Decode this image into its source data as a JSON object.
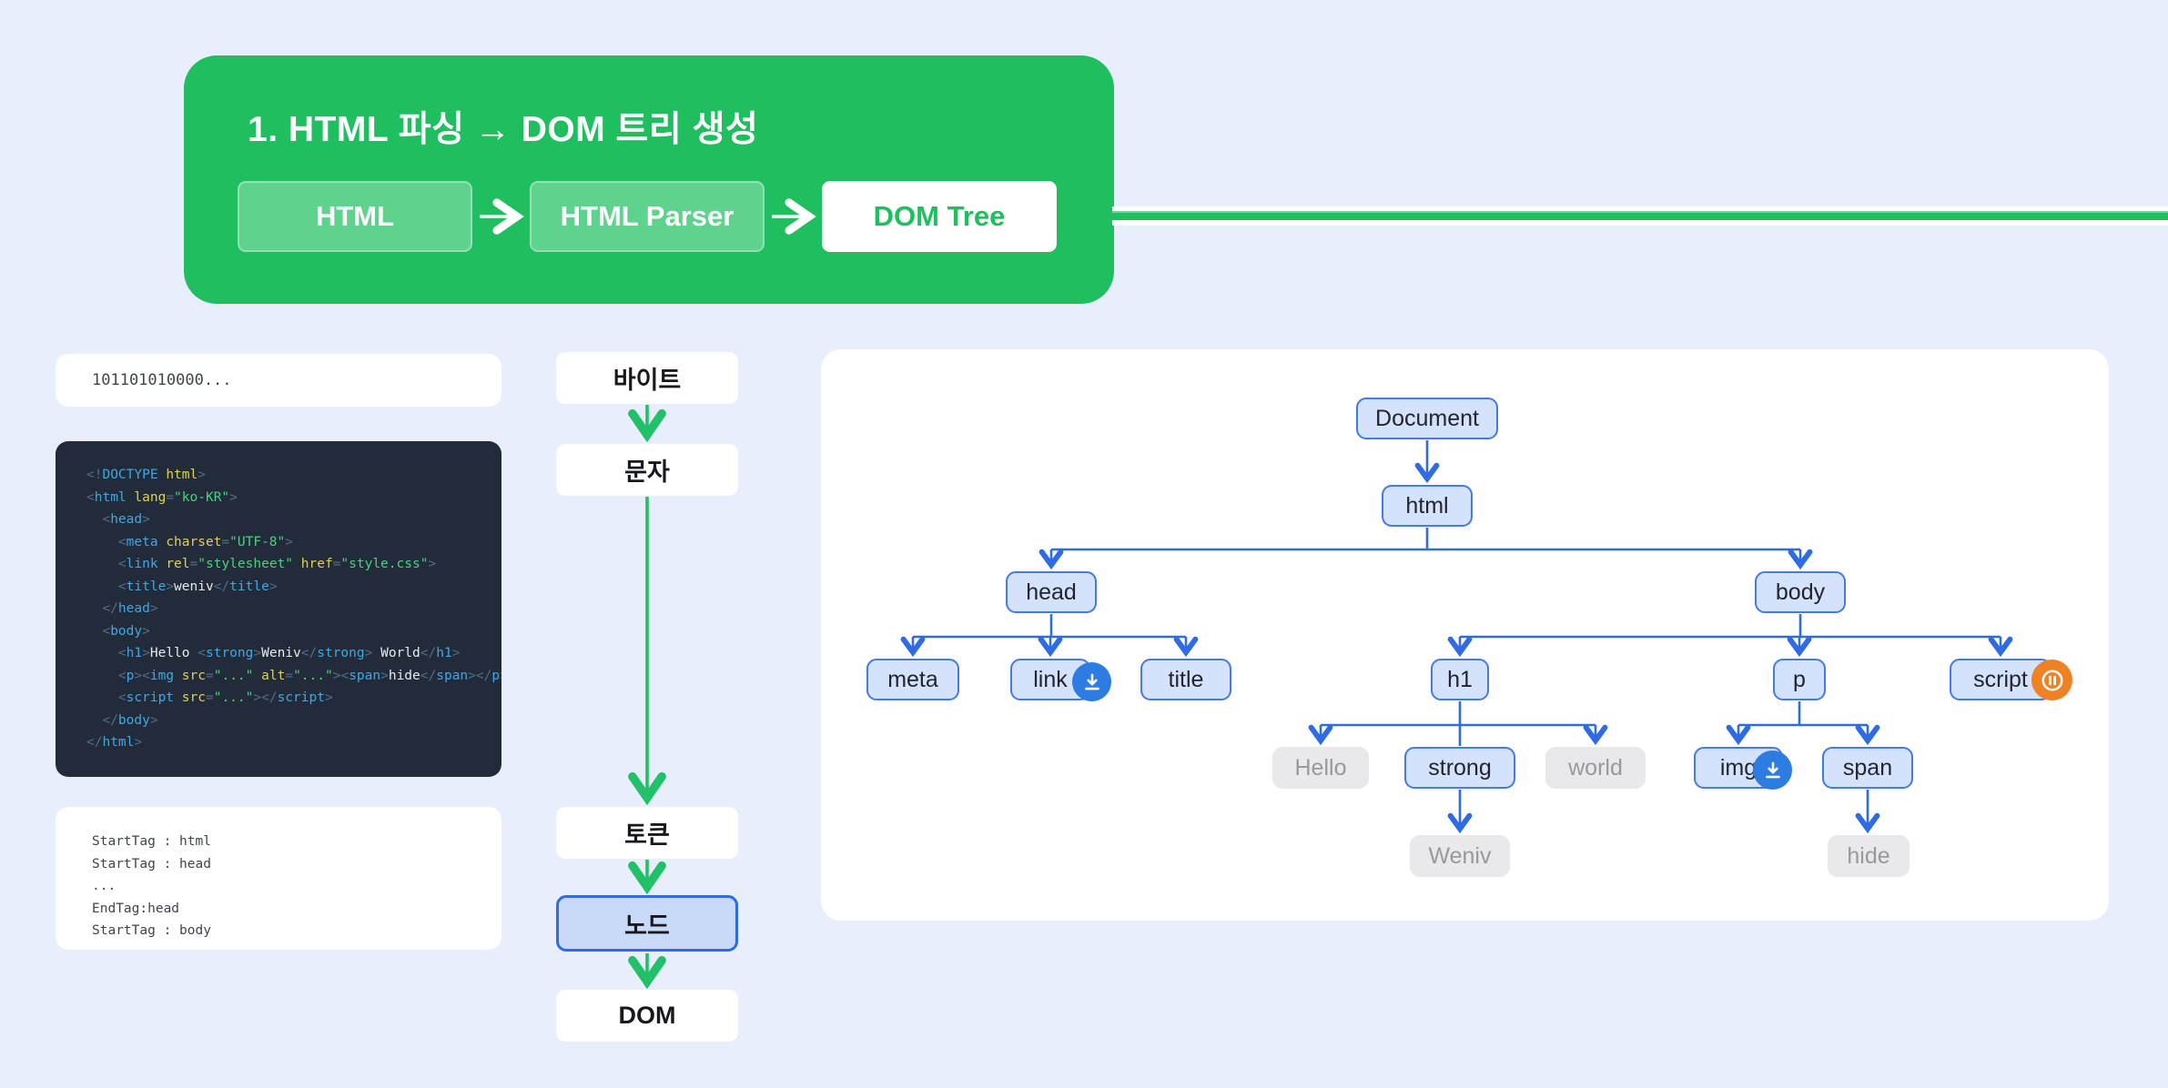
{
  "header": {
    "title": "1. HTML 파싱 → DOM 트리 생성",
    "steps": [
      {
        "label": "HTML"
      },
      {
        "label": "HTML Parser"
      },
      {
        "label": "DOM Tree"
      }
    ]
  },
  "binary_box": {
    "text": "101101010000..."
  },
  "code": {
    "lines": [
      [
        {
          "c": "p",
          "t": "<!"
        },
        {
          "c": "tag",
          "t": "DOCTYPE"
        },
        {
          "c": "txt",
          "t": " "
        },
        {
          "c": "attr",
          "t": "html"
        },
        {
          "c": "p",
          "t": ">"
        }
      ],
      [
        {
          "c": "p",
          "t": "<"
        },
        {
          "c": "tag",
          "t": "html"
        },
        {
          "c": "txt",
          "t": " "
        },
        {
          "c": "attr",
          "t": "lang"
        },
        {
          "c": "p",
          "t": "="
        },
        {
          "c": "val",
          "t": "\"ko-KR\""
        },
        {
          "c": "p",
          "t": ">"
        }
      ],
      [
        {
          "c": "p",
          "t": "  <"
        },
        {
          "c": "tag",
          "t": "head"
        },
        {
          "c": "p",
          "t": ">"
        }
      ],
      [
        {
          "c": "p",
          "t": "    <"
        },
        {
          "c": "tag",
          "t": "meta"
        },
        {
          "c": "txt",
          "t": " "
        },
        {
          "c": "attr",
          "t": "charset"
        },
        {
          "c": "p",
          "t": "="
        },
        {
          "c": "val",
          "t": "\"UTF-8\""
        },
        {
          "c": "p",
          "t": ">"
        }
      ],
      [
        {
          "c": "p",
          "t": "    <"
        },
        {
          "c": "tag",
          "t": "link"
        },
        {
          "c": "txt",
          "t": " "
        },
        {
          "c": "attr",
          "t": "rel"
        },
        {
          "c": "p",
          "t": "="
        },
        {
          "c": "val",
          "t": "\"stylesheet\""
        },
        {
          "c": "txt",
          "t": " "
        },
        {
          "c": "attr",
          "t": "href"
        },
        {
          "c": "p",
          "t": "="
        },
        {
          "c": "val",
          "t": "\"style.css\""
        },
        {
          "c": "p",
          "t": ">"
        }
      ],
      [
        {
          "c": "p",
          "t": "    <"
        },
        {
          "c": "tag",
          "t": "title"
        },
        {
          "c": "p",
          "t": ">"
        },
        {
          "c": "txt",
          "t": "weniv"
        },
        {
          "c": "p",
          "t": "</"
        },
        {
          "c": "tag",
          "t": "title"
        },
        {
          "c": "p",
          "t": ">"
        }
      ],
      [
        {
          "c": "p",
          "t": "  </"
        },
        {
          "c": "tag",
          "t": "head"
        },
        {
          "c": "p",
          "t": ">"
        }
      ],
      [
        {
          "c": "p",
          "t": "  <"
        },
        {
          "c": "tag",
          "t": "body"
        },
        {
          "c": "p",
          "t": ">"
        }
      ],
      [
        {
          "c": "p",
          "t": "    <"
        },
        {
          "c": "tag",
          "t": "h1"
        },
        {
          "c": "p",
          "t": ">"
        },
        {
          "c": "txt",
          "t": "Hello "
        },
        {
          "c": "p",
          "t": "<"
        },
        {
          "c": "tag",
          "t": "strong"
        },
        {
          "c": "p",
          "t": ">"
        },
        {
          "c": "txt",
          "t": "Weniv"
        },
        {
          "c": "p",
          "t": "</"
        },
        {
          "c": "tag",
          "t": "strong"
        },
        {
          "c": "p",
          "t": ">"
        },
        {
          "c": "txt",
          "t": " World"
        },
        {
          "c": "p",
          "t": "</"
        },
        {
          "c": "tag",
          "t": "h1"
        },
        {
          "c": "p",
          "t": ">"
        }
      ],
      [
        {
          "c": "p",
          "t": "    <"
        },
        {
          "c": "tag",
          "t": "p"
        },
        {
          "c": "p",
          "t": "><"
        },
        {
          "c": "tag",
          "t": "img"
        },
        {
          "c": "txt",
          "t": " "
        },
        {
          "c": "attr",
          "t": "src"
        },
        {
          "c": "p",
          "t": "="
        },
        {
          "c": "val",
          "t": "\"...\""
        },
        {
          "c": "txt",
          "t": " "
        },
        {
          "c": "attr",
          "t": "alt"
        },
        {
          "c": "p",
          "t": "="
        },
        {
          "c": "val",
          "t": "\"...\""
        },
        {
          "c": "p",
          "t": "><"
        },
        {
          "c": "tag",
          "t": "span"
        },
        {
          "c": "p",
          "t": ">"
        },
        {
          "c": "txt",
          "t": "hide"
        },
        {
          "c": "p",
          "t": "</"
        },
        {
          "c": "tag",
          "t": "span"
        },
        {
          "c": "p",
          "t": "></"
        },
        {
          "c": "tag",
          "t": "p"
        },
        {
          "c": "p",
          "t": ">"
        }
      ],
      [
        {
          "c": "p",
          "t": "    <"
        },
        {
          "c": "tag",
          "t": "script"
        },
        {
          "c": "txt",
          "t": " "
        },
        {
          "c": "attr",
          "t": "src"
        },
        {
          "c": "p",
          "t": "="
        },
        {
          "c": "val",
          "t": "\"...\""
        },
        {
          "c": "p",
          "t": "></"
        },
        {
          "c": "tag",
          "t": "script"
        },
        {
          "c": "p",
          "t": ">"
        }
      ],
      [
        {
          "c": "p",
          "t": "  </"
        },
        {
          "c": "tag",
          "t": "body"
        },
        {
          "c": "p",
          "t": ">"
        }
      ],
      [
        {
          "c": "p",
          "t": "</"
        },
        {
          "c": "tag",
          "t": "html"
        },
        {
          "c": "p",
          "t": ">"
        }
      ]
    ]
  },
  "token_box": {
    "lines": [
      "StartTag : html",
      "StartTag : head",
      "...",
      "EndTag:head",
      "StartTag : body"
    ]
  },
  "pipeline": {
    "byte": "바이트",
    "char": "문자",
    "token": "토큰",
    "node": "노드",
    "dom": "DOM"
  },
  "tree": {
    "nodes": {
      "document": "Document",
      "html": "html",
      "head": "head",
      "body": "body",
      "meta": "meta",
      "link": "link",
      "title": "title",
      "h1": "h1",
      "p": "p",
      "script": "script",
      "hello": "Hello",
      "strong": "strong",
      "world": "world",
      "img": "img",
      "span": "span",
      "weniv": "Weniv",
      "hide": "hide"
    }
  },
  "icons": {
    "download": "download-icon",
    "pause": "pause-icon"
  },
  "colors": {
    "green": "#1fbf5f",
    "blue_border": "#4579e8",
    "blue_arrow": "#2e6be4",
    "badge_blue": "#2c7ce2",
    "badge_orange": "#f08125",
    "code_bg": "#212b3a",
    "page_bg": "#e8eefc"
  }
}
